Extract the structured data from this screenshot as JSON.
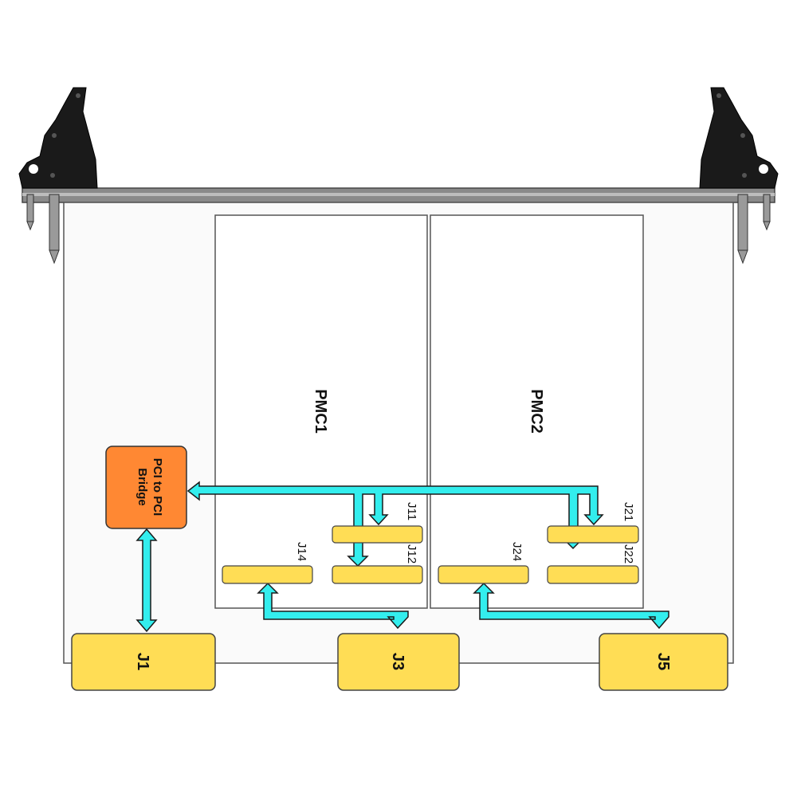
{
  "diagram": {
    "modules": {
      "pmc1": "PMC1",
      "pmc2": "PMC2"
    },
    "bridge": {
      "line1": "PCI to PCI",
      "line2": "Bridge"
    },
    "pmc_connectors": {
      "j11": "J11",
      "j12": "J12",
      "j14": "J14",
      "j21": "J21",
      "j22": "J22",
      "j24": "J24"
    },
    "backplane_connectors": {
      "j1": "J1",
      "j3": "J3",
      "j5": "J5"
    }
  },
  "colors": {
    "connector_fill": "#FFDD55",
    "bridge_fill": "#FF8833",
    "bus_fill": "#33EEEE",
    "handle_fill": "#1A1A1A",
    "board_fill": "#FAFAFA"
  }
}
